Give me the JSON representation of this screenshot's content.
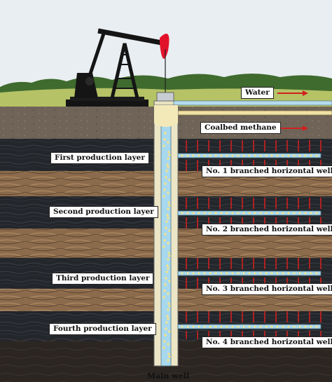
{
  "labels": {
    "water": "Water",
    "coalbed_methane": "Coalbed methane",
    "main_well": "Main well",
    "production_layers": [
      "First production layer",
      "Second production layer",
      "Third production layer",
      "Fourth production layer"
    ],
    "branched_wells": [
      "No. 1 branched horizontal well",
      "No. 2 branched horizontal well",
      "No. 3 branched horizontal well",
      "No. 4 branched horizontal well"
    ]
  },
  "colors": {
    "sky": "#e9eef2",
    "hills": "#4d7a3a",
    "grass": "#b9c46b",
    "soil": "#6e6255",
    "coal": "#1f2226",
    "rock": "#8a6a4a",
    "pipe": "#a8d8ee",
    "bubble": "#f2e28a",
    "arrow": "#d21f1f",
    "pump_head": "#e3122b"
  },
  "icons": {
    "pumpjack": "pumpjack-icon"
  }
}
